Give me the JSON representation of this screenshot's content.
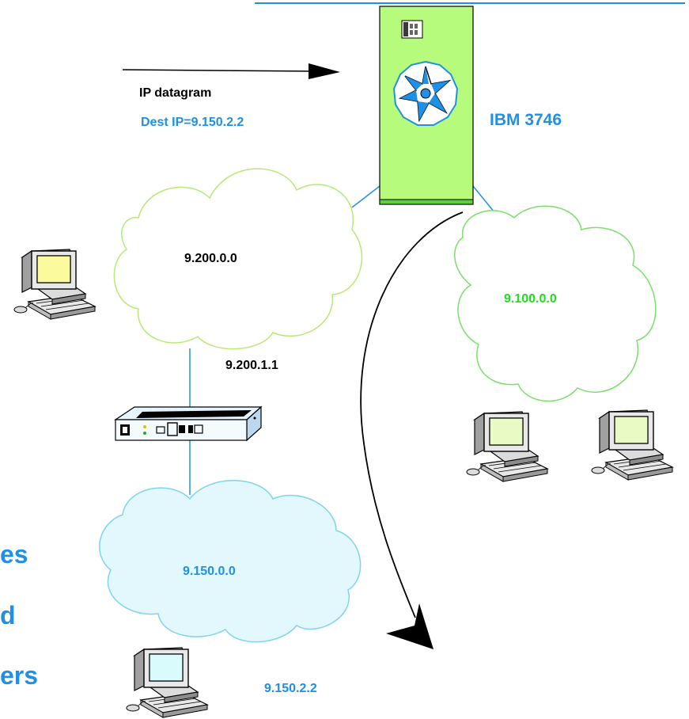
{
  "colors": {
    "blue_text": "#1e90e6",
    "green_text": "#22dd22",
    "black_text": "#000000",
    "frame_blue": "#1e90e6",
    "router_green": "#b6fb7c",
    "cloud_green_fill": "#ffffff",
    "cloud_green_stroke": "#b8e878",
    "cloud_lightgreen_stroke": "#7adf6a",
    "cloud_blue_fill": "#e3f8fc",
    "cloud_blue_stroke": "#7ed4ec",
    "link_line": "#1e90e6",
    "monitor_screen_yellow": "#fbfb9e",
    "monitor_screen_green": "#e8fbc4",
    "monitor_screen_cyan": "#d9fbfb"
  },
  "labels": {
    "ip_datagram": "IP datagram",
    "dest_ip": "Dest IP=9.150.2.2",
    "router_name": "IBM 3746",
    "net_9_200": "9.200.0.0",
    "net_9_100": "9.100.0.0",
    "net_9_150": "9.150.0.0",
    "router_addr": "9.200.1.1",
    "host_addr": "9.150.2.2",
    "left_frag_1": "es",
    "left_frag_2": "d",
    "left_frag_3": "ers"
  },
  "icons": {
    "router": "ibm-3746-router-icon",
    "hub": "router-box-icon",
    "workstation": "workstation-icon",
    "network_cloud": "network-cloud-icon",
    "star_logo": "star-compass-logo-icon"
  }
}
